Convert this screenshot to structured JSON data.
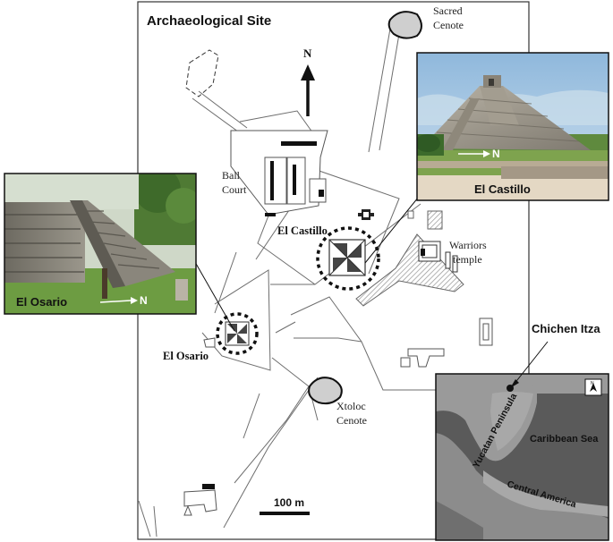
{
  "map": {
    "title": "Archaeological Site",
    "north_label": "N",
    "labels": {
      "sacred_cenote_1": "Sacred",
      "sacred_cenote_2": "Cenote",
      "ball_court_1": "Ball",
      "ball_court_2": "Court",
      "el_castillo": "El Castillo",
      "warriors_1": "Warriors",
      "warriors_2": "temple",
      "el_osario": "El Osario",
      "xtoloc_1": "Xtoloc",
      "xtoloc_2": "Cenote"
    },
    "scale_label": "100 m"
  },
  "inset_castillo": {
    "caption": "El Castillo",
    "north_label": "N"
  },
  "inset_osario": {
    "caption": "El Osario",
    "north_label": "N"
  },
  "inset_region": {
    "site_label": "Chichen Itza",
    "peninsula_label": "Yucatan Peninsula",
    "sea_label": "Caribbean Sea",
    "central_label": "Central America",
    "north_label": "N"
  },
  "colors": {
    "line": "#6e6e6e",
    "dark": "#111111",
    "hatch": "#9a9a9a",
    "land": "#8f8f8f",
    "sea": "#5a5a5a"
  }
}
